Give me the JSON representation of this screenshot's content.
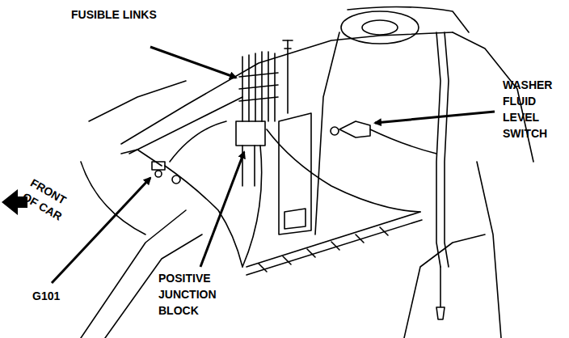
{
  "diagram": {
    "labels": [
      "FUSIBLE LINKS",
      "WASHER FLUID LEVEL SWITCH",
      "FRONT OF CAR",
      "G101",
      "POSITIVE JUNCTION BLOCK"
    ]
  }
}
